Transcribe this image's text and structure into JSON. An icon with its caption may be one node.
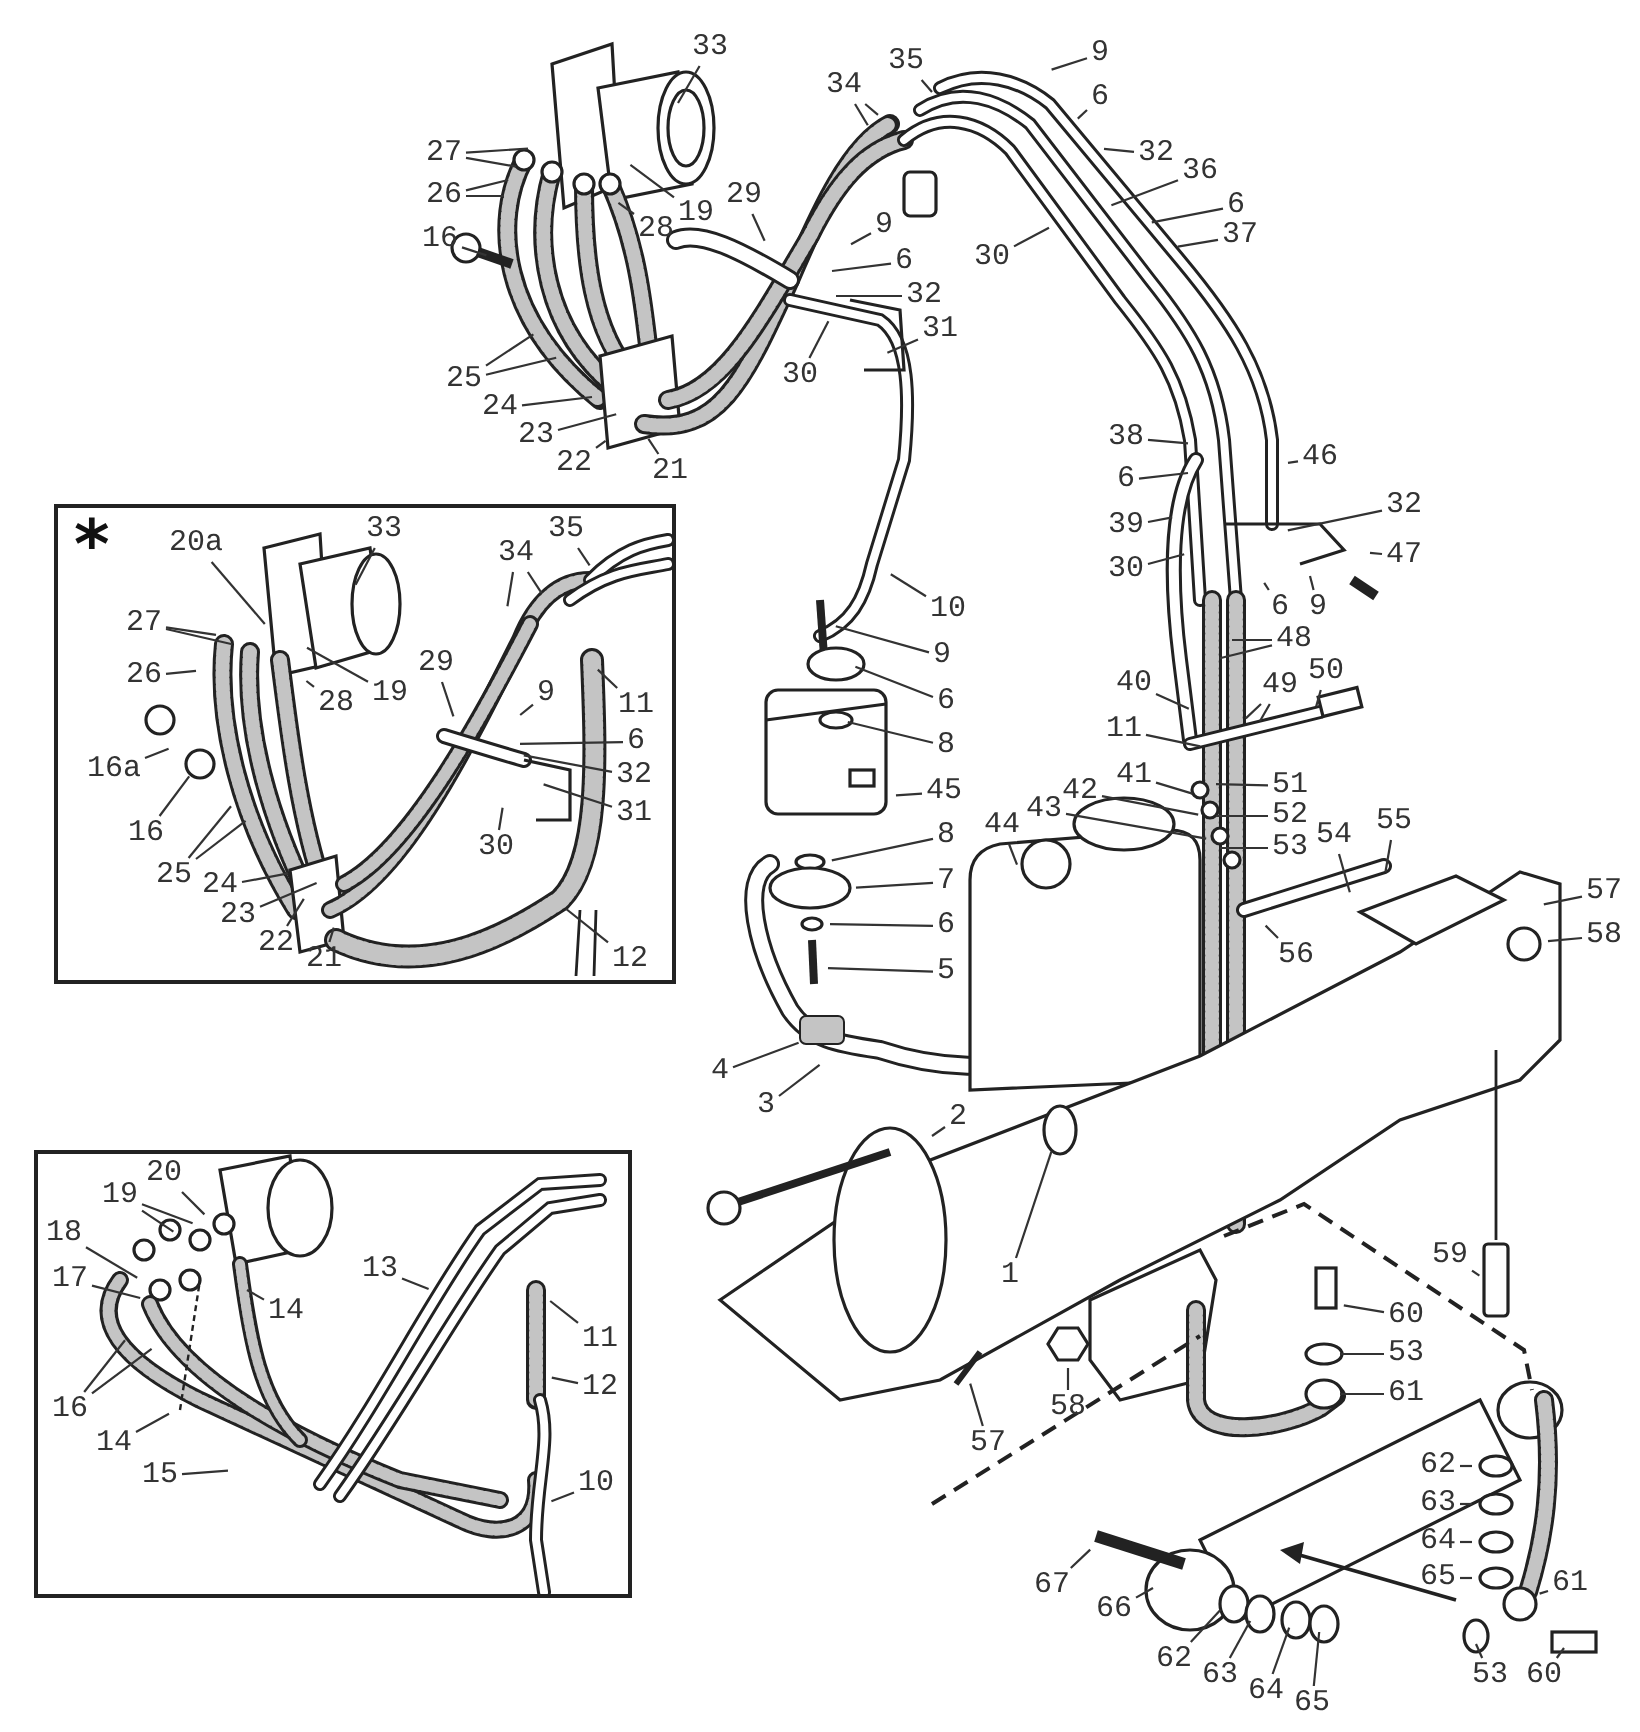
{
  "diagram": {
    "nodes": [
      {
        "text": [
          "*"
        ]
      },
      {
        "text": [
          "33"
        ],
        "in": 0
      },
      {
        "text": [
          "20a"
        ],
        "in": 0
      },
      {
        "text": [
          "27"
        ],
        "in": 0
      },
      {
        "text": [
          "26"
        ],
        "in": 0
      },
      {
        "text": [
          "19"
        ],
        "in": 0
      },
      {
        "text": [
          "28"
        ],
        "in": 0
      },
      {
        "text": [
          "29"
        ],
        "in": 0
      },
      {
        "text": [
          "9"
        ],
        "in": 0
      },
      {
        "text": [
          "6"
        ],
        "in": 0
      },
      {
        "text": [
          "32"
        ],
        "in": 0
      },
      {
        "text": [
          "31"
        ],
        "in": 0
      },
      {
        "text": [
          "30"
        ],
        "in": 0
      },
      {
        "text": [
          "34"
        ],
        "in": 0
      },
      {
        "text": [
          "35"
        ],
        "in": 0
      },
      {
        "text": [
          "11"
        ],
        "in": 0
      },
      {
        "text": [
          "16a"
        ],
        "in": 0
      },
      {
        "text": [
          "16"
        ],
        "in": 0
      },
      {
        "text": [
          "25"
        ],
        "in": 0
      },
      {
        "text": [
          "24"
        ],
        "in": 0
      },
      {
        "text": [
          "23"
        ],
        "in": 0
      },
      {
        "text": [
          "22"
        ],
        "in": 0
      },
      {
        "text": [
          "21"
        ],
        "in": 0
      },
      {
        "text": [
          "12"
        ],
        "in": 0
      },
      {
        "text": [
          "33"
        ]
      },
      {
        "text": [
          "27"
        ]
      },
      {
        "text": [
          "26"
        ]
      },
      {
        "text": [
          "16"
        ]
      },
      {
        "text": [
          "19"
        ]
      },
      {
        "text": [
          "28"
        ]
      },
      {
        "text": [
          "29"
        ]
      },
      {
        "text": [
          "9"
        ]
      },
      {
        "text": [
          "6"
        ]
      },
      {
        "text": [
          "32"
        ]
      },
      {
        "text": [
          "31"
        ]
      },
      {
        "text": [
          "30"
        ]
      },
      {
        "text": [
          "25"
        ]
      },
      {
        "text": [
          "24"
        ]
      },
      {
        "text": [
          "23"
        ]
      },
      {
        "text": [
          "22"
        ]
      },
      {
        "text": [
          "21"
        ]
      },
      {
        "text": [
          "34"
        ]
      },
      {
        "text": [
          "35"
        ]
      },
      {
        "text": [
          "9"
        ]
      },
      {
        "text": [
          "6"
        ]
      },
      {
        "text": [
          "32"
        ]
      },
      {
        "text": [
          "36"
        ]
      },
      {
        "text": [
          "6"
        ]
      },
      {
        "text": [
          "37"
        ]
      },
      {
        "text": [
          "30"
        ]
      },
      {
        "text": [
          "38"
        ]
      },
      {
        "text": [
          "6"
        ]
      },
      {
        "text": [
          "39"
        ]
      },
      {
        "text": [
          "30"
        ]
      },
      {
        "text": [
          "46"
        ]
      },
      {
        "text": [
          "32"
        ]
      },
      {
        "text": [
          "6"
        ]
      },
      {
        "text": [
          "9"
        ]
      },
      {
        "text": [
          "47"
        ]
      },
      {
        "text": [
          "48"
        ]
      },
      {
        "text": [
          "40"
        ]
      },
      {
        "text": [
          "49"
        ]
      },
      {
        "text": [
          "50"
        ]
      },
      {
        "text": [
          "11"
        ]
      },
      {
        "text": [
          "41"
        ]
      },
      {
        "text": [
          "42"
        ]
      },
      {
        "text": [
          "43"
        ]
      },
      {
        "text": [
          "44"
        ]
      },
      {
        "text": [
          "51"
        ]
      },
      {
        "text": [
          "52"
        ]
      },
      {
        "text": [
          "53"
        ]
      },
      {
        "text": [
          "54"
        ]
      },
      {
        "text": [
          "55"
        ]
      },
      {
        "text": [
          "56"
        ]
      },
      {
        "text": [
          "57"
        ]
      },
      {
        "text": [
          "58"
        ]
      },
      {
        "text": [
          "10"
        ]
      },
      {
        "text": [
          "9"
        ]
      },
      {
        "text": [
          "6"
        ]
      },
      {
        "text": [
          "8"
        ]
      },
      {
        "text": [
          "45"
        ]
      },
      {
        "text": [
          "8"
        ]
      },
      {
        "text": [
          "7"
        ]
      },
      {
        "text": [
          "6"
        ]
      },
      {
        "text": [
          "5"
        ]
      },
      {
        "text": [
          "4"
        ]
      },
      {
        "text": [
          "3"
        ]
      },
      {
        "text": [
          "2"
        ]
      },
      {
        "text": [
          "1"
        ]
      },
      {
        "text": [
          "58"
        ]
      },
      {
        "text": [
          "57"
        ]
      },
      {
        "text": [
          "59"
        ]
      },
      {
        "text": [
          "60"
        ]
      },
      {
        "text": [
          "53"
        ]
      },
      {
        "text": [
          "61"
        ]
      },
      {
        "text": [
          "62"
        ]
      },
      {
        "text": [
          "63"
        ]
      },
      {
        "text": [
          "64"
        ]
      },
      {
        "text": [
          "65"
        ]
      },
      {
        "text": [
          "67"
        ]
      },
      {
        "text": [
          "66"
        ]
      },
      {
        "text": [
          "62"
        ]
      },
      {
        "text": [
          "63"
        ]
      },
      {
        "text": [
          "64"
        ]
      },
      {
        "text": [
          "65"
        ]
      },
      {
        "text": [
          "53"
        ]
      },
      {
        "text": [
          "60"
        ]
      },
      {
        "text": [
          "61"
        ]
      },
      {
        "text": [],
        "shape": "box"
      },
      {
        "text": [
          "20"
        ],
        "in": 108
      },
      {
        "text": [
          "19"
        ],
        "in": 108
      },
      {
        "text": [
          "18"
        ],
        "in": 108
      },
      {
        "text": [
          "17"
        ],
        "in": 108
      },
      {
        "text": [
          "16"
        ],
        "in": 108
      },
      {
        "text": [
          "14"
        ],
        "in": 108
      },
      {
        "text": [
          "14"
        ],
        "in": 108
      },
      {
        "text": [
          "15"
        ],
        "in": 108
      },
      {
        "text": [
          "13"
        ],
        "in": 108
      },
      {
        "text": [
          "11"
        ],
        "in": 108
      },
      {
        "text": [
          "12"
        ],
        "in": 108
      },
      {
        "text": [
          "10"
        ],
        "in": 108
      }
    ],
    "edges": [
      {
        "from": 1,
        "to": null,
        "arrow": "none"
      },
      {
        "from": 2,
        "to": null,
        "arrow": "none"
      },
      {
        "from": 3,
        "to": null,
        "arrow": "none"
      },
      {
        "from": 3,
        "to": null,
        "arrow": "none"
      },
      {
        "from": 4,
        "to": null,
        "arrow": "none"
      },
      {
        "from": 5,
        "to": null,
        "arrow": "none"
      },
      {
        "from": 6,
        "to": null,
        "arrow": "none"
      },
      {
        "from": 7,
        "to": null,
        "arrow": "none"
      },
      {
        "from": 8,
        "to": null,
        "arrow": "none"
      },
      {
        "from": 9,
        "to": null,
        "arrow": "none"
      },
      {
        "from": 10,
        "to": null,
        "arrow": "none"
      },
      {
        "from": 11,
        "to": null,
        "arrow": "none"
      },
      {
        "from": 12,
        "to": null,
        "arrow": "none"
      },
      {
        "from": 13,
        "to": null,
        "arrow": "none"
      },
      {
        "from": 13,
        "to": null,
        "arrow": "none"
      },
      {
        "from": 14,
        "to": null,
        "arrow": "none"
      },
      {
        "from": 15,
        "to": null,
        "arrow": "none"
      },
      {
        "from": 16,
        "to": null,
        "arrow": "none"
      },
      {
        "from": 17,
        "to": null,
        "arrow": "none"
      },
      {
        "from": 18,
        "to": null,
        "arrow": "none"
      },
      {
        "from": 18,
        "to": null,
        "arrow": "none"
      },
      {
        "from": 19,
        "to": null,
        "arrow": "none"
      },
      {
        "from": 20,
        "to": null,
        "arrow": "none"
      },
      {
        "from": 21,
        "to": null,
        "arrow": "none"
      },
      {
        "from": 22,
        "to": null,
        "arrow": "none"
      },
      {
        "from": 23,
        "to": null,
        "arrow": "none"
      },
      {
        "from": 24,
        "to": null,
        "arrow": "none"
      },
      {
        "from": 25,
        "to": null,
        "arrow": "none"
      },
      {
        "from": 25,
        "to": null,
        "arrow": "none"
      },
      {
        "from": 26,
        "to": null,
        "arrow": "none"
      },
      {
        "from": 26,
        "to": null,
        "arrow": "none"
      },
      {
        "from": 27,
        "to": null,
        "arrow": "none"
      },
      {
        "from": 28,
        "to": null,
        "arrow": "none"
      },
      {
        "from": 29,
        "to": null,
        "arrow": "none"
      },
      {
        "from": 30,
        "to": null,
        "arrow": "none"
      },
      {
        "from": 31,
        "to": null,
        "arrow": "none"
      },
      {
        "from": 32,
        "to": null,
        "arrow": "none"
      },
      {
        "from": 33,
        "to": null,
        "arrow": "none"
      },
      {
        "from": 34,
        "to": null,
        "arrow": "none"
      },
      {
        "from": 35,
        "to": null,
        "arrow": "none"
      },
      {
        "from": 36,
        "to": null,
        "arrow": "none"
      },
      {
        "from": 36,
        "to": null,
        "arrow": "none"
      },
      {
        "from": 37,
        "to": null,
        "arrow": "none"
      },
      {
        "from": 38,
        "to": null,
        "arrow": "none"
      },
      {
        "from": 39,
        "to": null,
        "arrow": "none"
      },
      {
        "from": 40,
        "to": null,
        "arrow": "none"
      },
      {
        "from": 41,
        "to": null,
        "arrow": "none"
      },
      {
        "from": 41,
        "to": null,
        "arrow": "none"
      },
      {
        "from": 42,
        "to": null,
        "arrow": "none"
      },
      {
        "from": 43,
        "to": null,
        "arrow": "none"
      },
      {
        "from": 44,
        "to": null,
        "arrow": "none"
      },
      {
        "from": 45,
        "to": null,
        "arrow": "none"
      },
      {
        "from": 46,
        "to": null,
        "arrow": "none"
      },
      {
        "from": 47,
        "to": null,
        "arrow": "none"
      },
      {
        "from": 48,
        "to": null,
        "arrow": "none"
      },
      {
        "from": 49,
        "to": null,
        "arrow": "none"
      },
      {
        "from": 50,
        "to": null,
        "arrow": "none"
      },
      {
        "from": 51,
        "to": null,
        "arrow": "none"
      },
      {
        "from": 52,
        "to": null,
        "arrow": "none"
      },
      {
        "from": 53,
        "to": null,
        "arrow": "none"
      },
      {
        "from": 54,
        "to": null,
        "arrow": "none"
      },
      {
        "from": 55,
        "to": null,
        "arrow": "none"
      },
      {
        "from": 56,
        "to": null,
        "arrow": "none"
      },
      {
        "from": 57,
        "to": null,
        "arrow": "none"
      },
      {
        "from": 58,
        "to": null,
        "arrow": "none"
      },
      {
        "from": 59,
        "to": null,
        "arrow": "none"
      },
      {
        "from": 59,
        "to": null,
        "arrow": "none"
      },
      {
        "from": 60,
        "to": null,
        "arrow": "none"
      },
      {
        "from": 61,
        "to": null,
        "arrow": "none"
      },
      {
        "from": 61,
        "to": null,
        "arrow": "none"
      },
      {
        "from": 62,
        "to": null,
        "arrow": "none"
      },
      {
        "from": 63,
        "to": null,
        "arrow": "none"
      },
      {
        "from": 64,
        "to": null,
        "arrow": "none"
      },
      {
        "from": 65,
        "to": null,
        "arrow": "none"
      },
      {
        "from": 66,
        "to": null,
        "arrow": "none"
      },
      {
        "from": 67,
        "to": null,
        "arrow": "none"
      },
      {
        "from": 68,
        "to": null,
        "arrow": "none"
      },
      {
        "from": 69,
        "to": null,
        "arrow": "none"
      },
      {
        "from": 70,
        "to": null,
        "arrow": "none"
      },
      {
        "from": 71,
        "to": null,
        "arrow": "none"
      },
      {
        "from": 72,
        "to": null,
        "arrow": "none"
      },
      {
        "from": 73,
        "to": null,
        "arrow": "none"
      },
      {
        "from": 74,
        "to": null,
        "arrow": "none"
      },
      {
        "from": 75,
        "to": null,
        "arrow": "none"
      },
      {
        "from": 76,
        "to": null,
        "arrow": "none"
      },
      {
        "from": 77,
        "to": null,
        "arrow": "none"
      },
      {
        "from": 78,
        "to": null,
        "arrow": "none"
      },
      {
        "from": 79,
        "to": null,
        "arrow": "none"
      },
      {
        "from": 80,
        "to": null,
        "arrow": "none"
      },
      {
        "from": 81,
        "to": null,
        "arrow": "none"
      },
      {
        "from": 82,
        "to": null,
        "arrow": "none"
      },
      {
        "from": 83,
        "to": null,
        "arrow": "none"
      },
      {
        "from": 84,
        "to": null,
        "arrow": "none"
      },
      {
        "from": 85,
        "to": null,
        "arrow": "none"
      },
      {
        "from": 86,
        "to": null,
        "arrow": "none"
      },
      {
        "from": 87,
        "to": null,
        "arrow": "none"
      },
      {
        "from": 88,
        "to": null,
        "arrow": "none"
      },
      {
        "from": 89,
        "to": null,
        "arrow": "none"
      },
      {
        "from": 90,
        "to": null,
        "arrow": "none"
      },
      {
        "from": 91,
        "to": null,
        "arrow": "none"
      },
      {
        "from": 92,
        "to": null,
        "arrow": "none"
      },
      {
        "from": 93,
        "to": null,
        "arrow": "none"
      },
      {
        "from": 94,
        "to": null,
        "arrow": "none"
      },
      {
        "from": 95,
        "to": null,
        "arrow": "none"
      },
      {
        "from": 96,
        "to": null,
        "arrow": "none"
      },
      {
        "from": 97,
        "to": null,
        "arrow": "none"
      },
      {
        "from": 98,
        "to": null,
        "arrow": "none"
      },
      {
        "from": 99,
        "to": null,
        "arrow": "none"
      },
      {
        "from": 100,
        "to": null,
        "arrow": "none"
      },
      {
        "from": 101,
        "to": null,
        "arrow": "none"
      },
      {
        "from": 102,
        "to": null,
        "arrow": "none"
      },
      {
        "from": 103,
        "to": null,
        "arrow": "none"
      },
      {
        "from": 104,
        "to": null,
        "arrow": "none"
      },
      {
        "from": 105,
        "to": null,
        "arrow": "none"
      },
      {
        "from": 106,
        "to": null,
        "arrow": "none"
      },
      {
        "from": 107,
        "to": null,
        "arrow": "none"
      },
      {
        "from": 109,
        "to": null,
        "arrow": "none"
      },
      {
        "from": 110,
        "to": null,
        "arrow": "none"
      },
      {
        "from": 110,
        "to": null,
        "arrow": "none"
      },
      {
        "from": 111,
        "to": null,
        "arrow": "none"
      },
      {
        "from": 112,
        "to": null,
        "arrow": "none"
      },
      {
        "from": 113,
        "to": null,
        "arrow": "none"
      },
      {
        "from": 113,
        "to": null,
        "arrow": "none"
      },
      {
        "from": 114,
        "to": null,
        "arrow": "none"
      },
      {
        "from": 115,
        "to": null,
        "arrow": "none"
      },
      {
        "from": 116,
        "to": null,
        "arrow": "none"
      },
      {
        "from": 117,
        "to": null,
        "arrow": "none"
      },
      {
        "from": 118,
        "to": null,
        "arrow": "none"
      },
      {
        "from": 119,
        "to": null,
        "arrow": "none"
      },
      {
        "from": 120,
        "to": null,
        "arrow": "none"
      }
    ]
  }
}
